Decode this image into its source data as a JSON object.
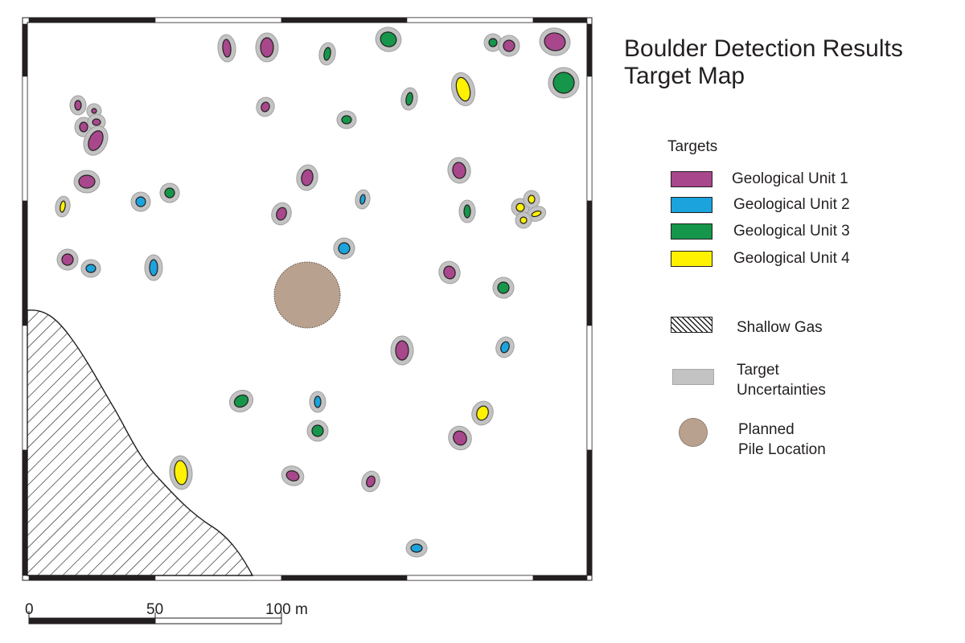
{
  "title": {
    "line1": "Boulder Detection Results",
    "line2": "Target Map"
  },
  "legend": {
    "heading": "Targets",
    "units": [
      {
        "label": "Geological Unit 1",
        "color": "#a8478c"
      },
      {
        "label": "Geological Unit 2",
        "color": "#1aa3dd"
      },
      {
        "label": "Geological Unit 3",
        "color": "#15964a"
      },
      {
        "label": "Geological Unit 4",
        "color": "#fff200"
      }
    ],
    "shallow_gas": "Shallow Gas",
    "uncertainty_line1": "Target",
    "uncertainty_line2": "Uncertainties",
    "pile_line1": "Planned",
    "pile_line2": "Pile Location"
  },
  "scale_bar": {
    "label_0": "0",
    "label_50": "50",
    "label_100": "100 m"
  },
  "colors": {
    "uncertainty_fill": "#c3c3c3",
    "uncertainty_stroke": "#a0a0a0",
    "pile_fill": "#b8a18e",
    "outline": "#231f20"
  },
  "icons": {
    "pile": "planned-pile-circle",
    "gas": "hatched-area",
    "target": "target-ellipse"
  }
}
